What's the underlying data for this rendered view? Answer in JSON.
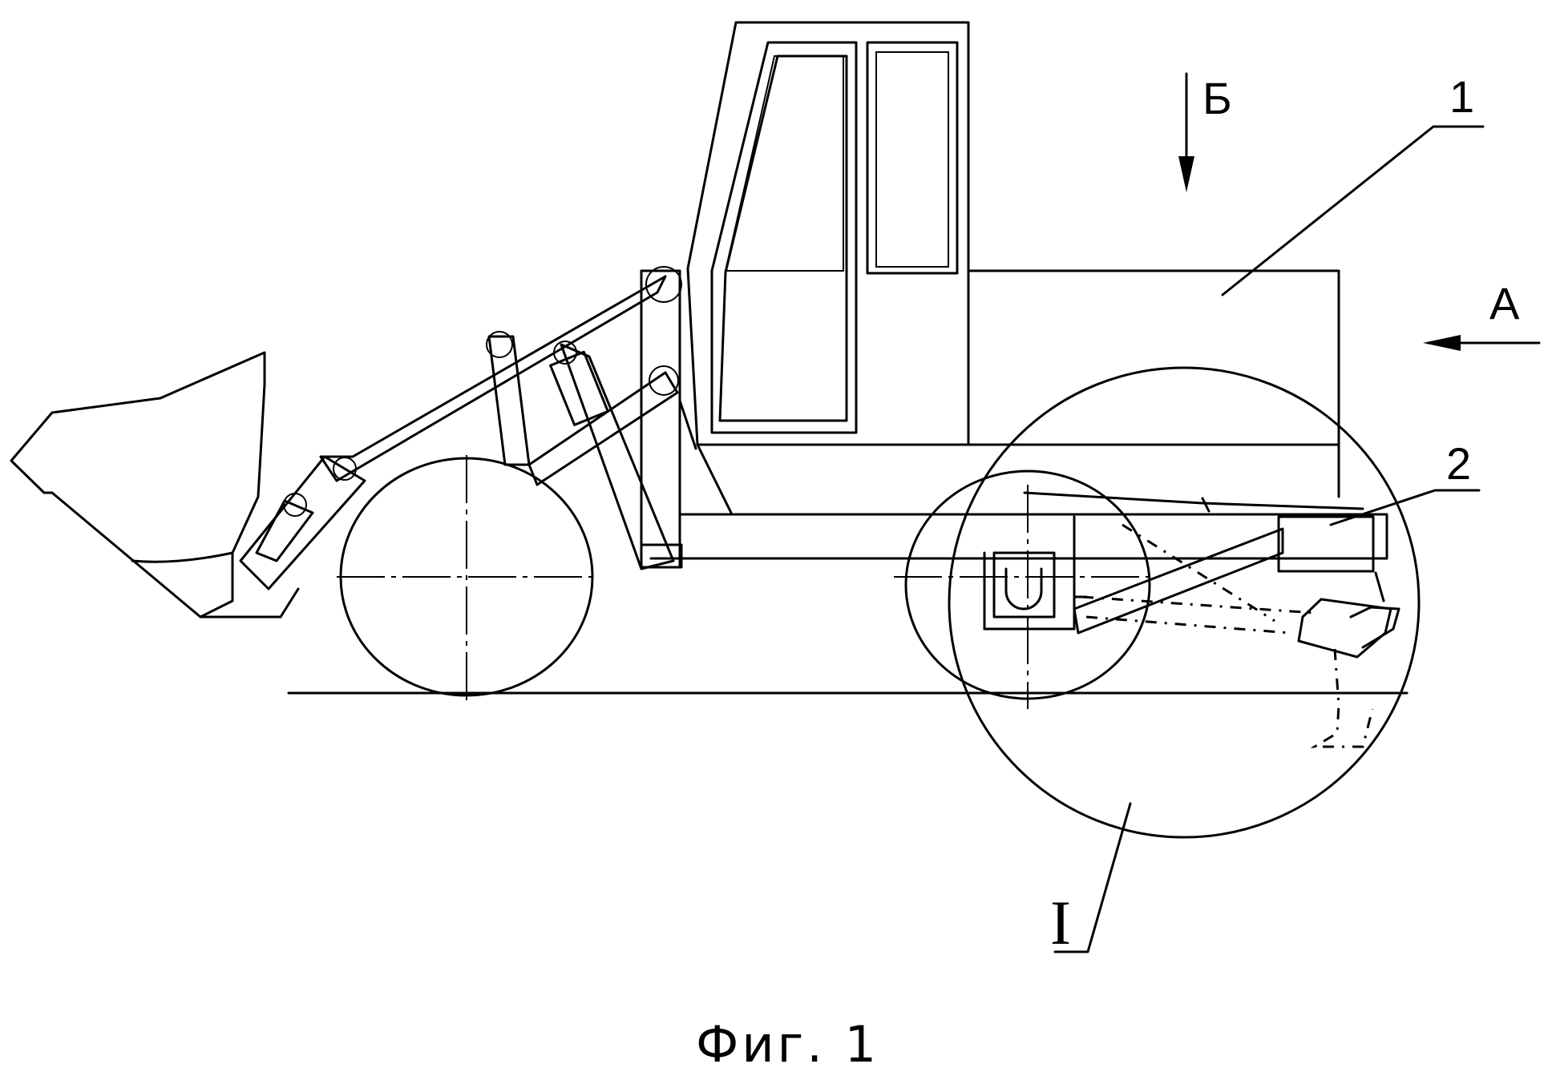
{
  "figure": {
    "caption": "Фиг. 1",
    "callouts": {
      "part_1": "1",
      "part_2": "2",
      "detail_view": "I"
    },
    "view_arrows": {
      "view_a": "А",
      "view_b": "Б"
    }
  }
}
